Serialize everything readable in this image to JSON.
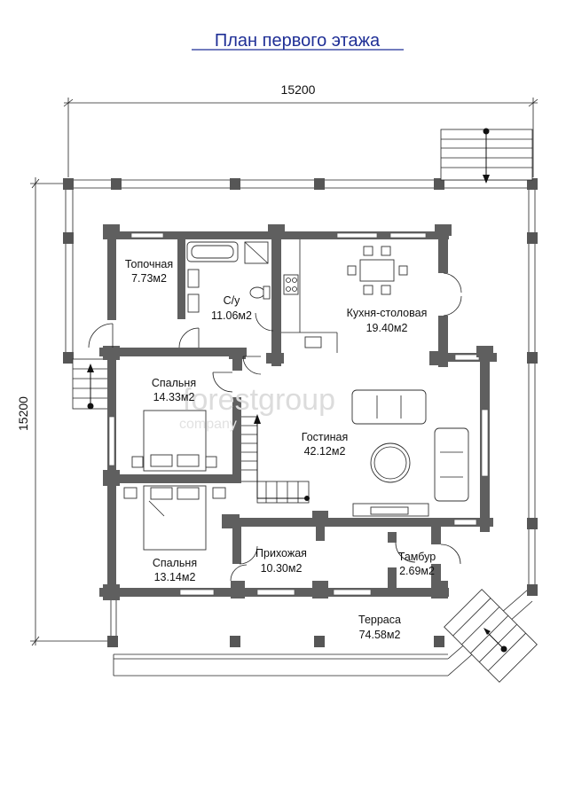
{
  "title": "План первого этажа",
  "dimensions": {
    "width_label": "15200",
    "height_label": "15200"
  },
  "watermark": {
    "brand": "forestgroup",
    "sub": "company"
  },
  "rooms": [
    {
      "name": "Топочная",
      "area": "7.73м2"
    },
    {
      "name": "С/у",
      "area": "11.06м2"
    },
    {
      "name": "Кухня-столовая",
      "area": "19.40м2"
    },
    {
      "name": "Спальня",
      "area": "14.33м2"
    },
    {
      "name": "Гостиная",
      "area": "42.12м2"
    },
    {
      "name": "Спальня",
      "area": "13.14м2"
    },
    {
      "name": "Прихожая",
      "area": "10.30м2"
    },
    {
      "name": "Тамбур",
      "area": "2.69м2"
    },
    {
      "name": "Терраса",
      "area": "74.58м2"
    }
  ],
  "colors": {
    "title": "#1f2f96",
    "walls": "#5f5f5f",
    "text": "#111111"
  }
}
